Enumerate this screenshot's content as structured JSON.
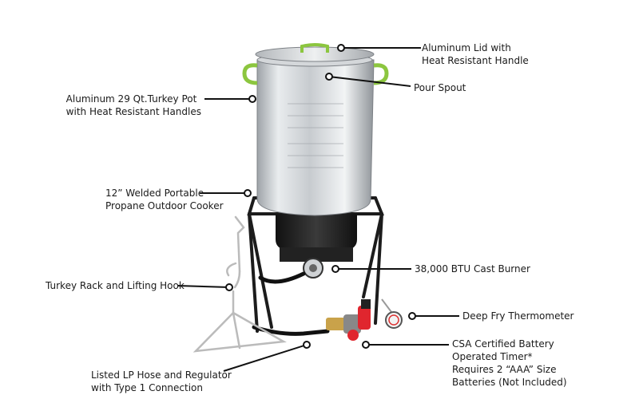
{
  "callouts": {
    "lid": {
      "line1": "Aluminum Lid with",
      "line2": "Heat Resistant Handle"
    },
    "pour_spout": {
      "line1": "Pour Spout"
    },
    "pot": {
      "line1": "Aluminum 29 Qt.Turkey Pot",
      "line2": "with Heat Resistant Handles"
    },
    "cooker": {
      "line1": "12” Welded Portable",
      "line2": "Propane Outdoor Cooker"
    },
    "burner": {
      "line1": "38,000 BTU Cast Burner"
    },
    "rack": {
      "line1": "Turkey Rack and Lifting Hook"
    },
    "thermometer": {
      "line1": "Deep Fry Thermometer"
    },
    "timer": {
      "line1": "CSA Certified Battery",
      "line2": "Operated Timer*",
      "line3": "Requires 2 “AAA” Size",
      "line4": "Batteries (Not Included)"
    },
    "hose": {
      "line1": "Listed LP Hose and Regulator",
      "line2": "with Type 1 Connection"
    }
  },
  "colors": {
    "handle_green": "#8cc63f",
    "regulator_red": "#e0262e",
    "burner_black": "#1f1f1f",
    "pot_silver": "#c9ccd0"
  }
}
